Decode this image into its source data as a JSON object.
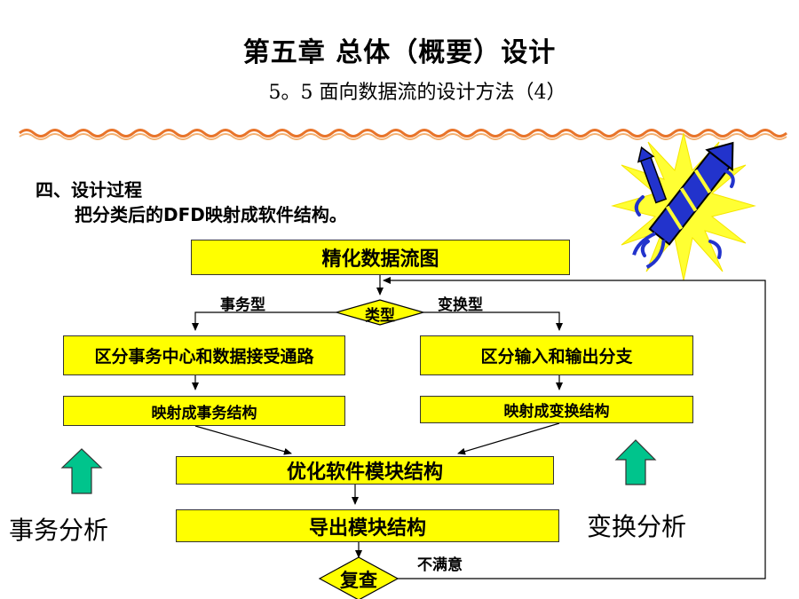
{
  "header": {
    "title": "第五章 总体（概要）设计",
    "subtitle": "5。5 面向数据流的设计方法（4）"
  },
  "section": {
    "heading": "四、设计过程",
    "description": "把分类后的DFD映射成软件结构。"
  },
  "flow": {
    "refine": "精化数据流图",
    "decision": "类型",
    "branch_left": "事务型",
    "branch_right": "变换型",
    "left_step1": "区分事务中心和数据接受通路",
    "left_step2": "映射成事务结构",
    "right_step1": "区分输入和输出分支",
    "right_step2": "映射成变换结构",
    "optimize": "优化软件模块结构",
    "export": "导出模块结构",
    "review": "复查",
    "unsatisfied": "不满意"
  },
  "side": {
    "left_label": "事务分析",
    "right_label": "变换分析"
  },
  "colors": {
    "box_fill": "#ffff00",
    "up_arrow": "#00c48c",
    "wave_top": "#e8742a",
    "wave_bottom": "#f4b070"
  },
  "icons": {
    "firework": "firework-clipart-icon",
    "up_arrow": "up-arrow-icon"
  }
}
